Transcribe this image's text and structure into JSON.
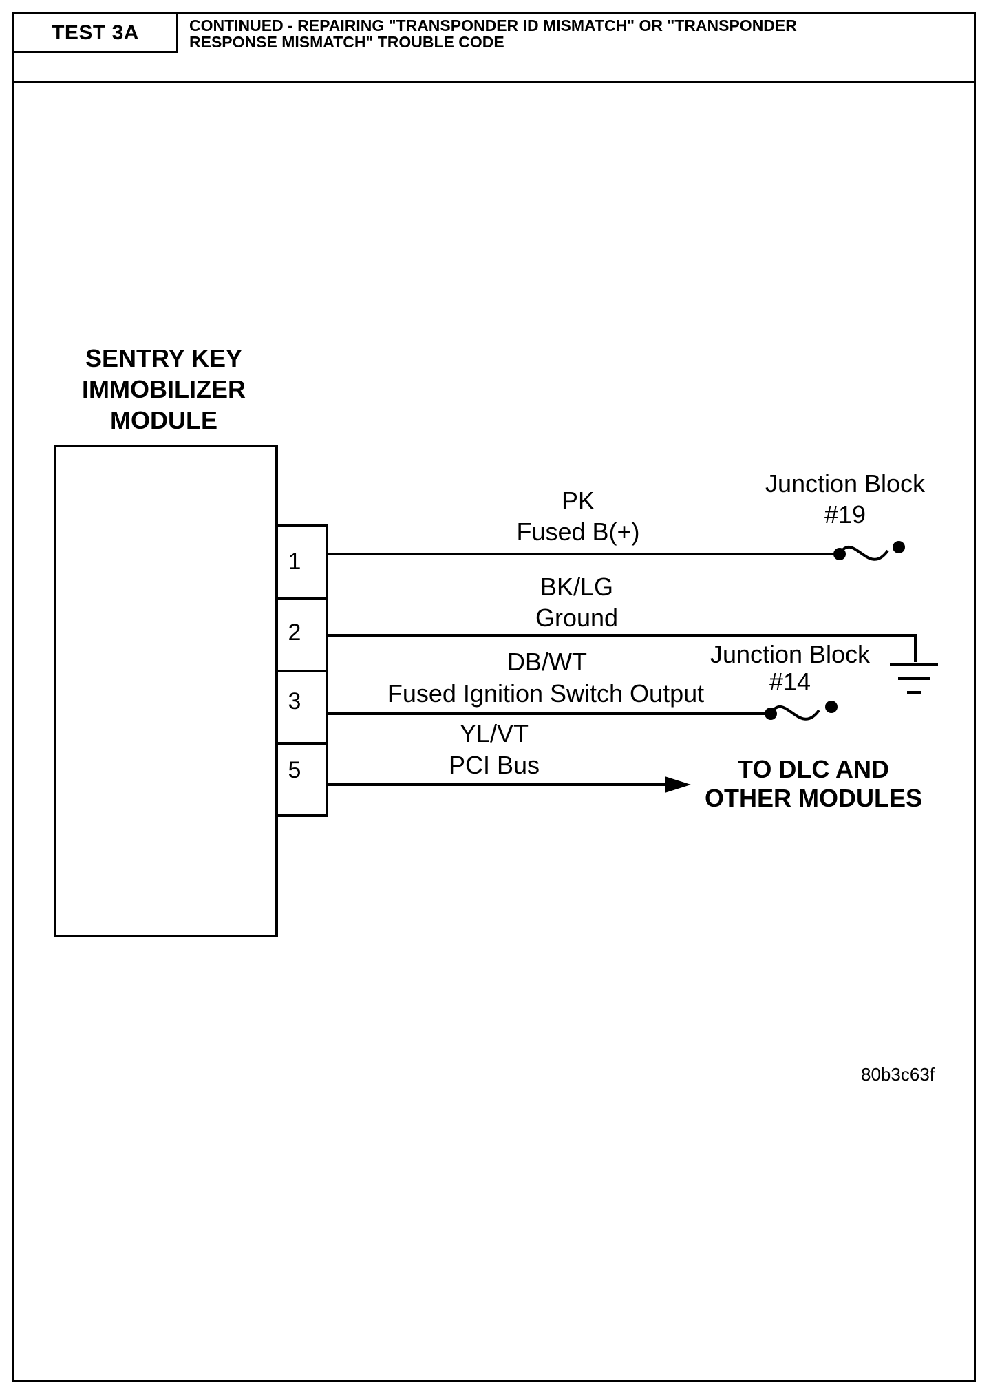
{
  "header": {
    "test_id": "TEST 3A",
    "title": "CONTINUED - REPAIRING \"TRANSPONDER ID MISMATCH\" OR \"TRANSPONDER\nRESPONSE MISMATCH\" TROUBLE CODE"
  },
  "module": {
    "name_line1": "SENTRY KEY",
    "name_line2": "IMMOBILIZER",
    "name_line3": "MODULE"
  },
  "pins": [
    {
      "number": "1",
      "wire_color": "PK",
      "circuit": "Fused B(+)"
    },
    {
      "number": "2",
      "wire_color": "BK/LG",
      "circuit": "Ground"
    },
    {
      "number": "3",
      "wire_color": "DB/WT",
      "circuit": "Fused Ignition Switch Output"
    },
    {
      "number": "5",
      "wire_color": "YL/VT",
      "circuit": "PCI Bus"
    }
  ],
  "junctions": {
    "jb19_line1": "Junction Block",
    "jb19_line2": "#19",
    "jb14_line1": "Junction Block",
    "jb14_line2": "#14"
  },
  "destination": {
    "line1": "TO DLC AND",
    "line2": "OTHER MODULES"
  },
  "figure_code": "80b3c63f"
}
